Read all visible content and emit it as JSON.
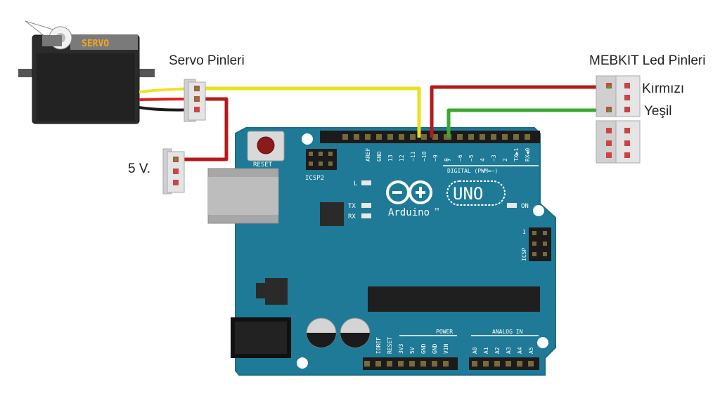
{
  "labels": {
    "servo_pins": "Servo Pinleri",
    "five_volt": "5 V.",
    "led_pins": "MEBKIT Led Pinleri",
    "red": "Kırmızı",
    "green": "Yeşil"
  },
  "servo": {
    "body_text": "SERVO"
  },
  "board": {
    "logo_text": "UNO",
    "brand_text": "Arduino",
    "tm": "TM",
    "reset": "RESET",
    "icsp2": "ICSP2",
    "icsp": "ICSP",
    "icsp_pin1": "1",
    "led_l": "L",
    "led_tx": "TX",
    "led_rx": "RX",
    "led_on": "ON",
    "digital_label": "DIGITAL (PWM=~)",
    "power_label": "POWER",
    "analog_label": "ANALOG IN",
    "top_pin_labels": [
      "AREF",
      "GND",
      "13",
      "12",
      "~11",
      "~10",
      "~9",
      "8",
      "7",
      "~6",
      "~5",
      "4",
      "~3",
      "2",
      "TX▶1",
      "RX◀0"
    ],
    "power_pin_labels": [
      "IOREF",
      "RESET",
      "3V3",
      "5V",
      "GND",
      "GND",
      "VIN"
    ],
    "analog_pin_labels": [
      "A0",
      "A1",
      "A2",
      "A3",
      "A4",
      "A5"
    ]
  },
  "colors": {
    "board": "#1e7a96",
    "board_edge": "#1a6d86",
    "wire_red": "#b31b1b",
    "wire_yellow": "#e6e21c",
    "wire_green": "#3aa833",
    "header": "#1b1b1b",
    "connector": "#d9d9d9"
  }
}
